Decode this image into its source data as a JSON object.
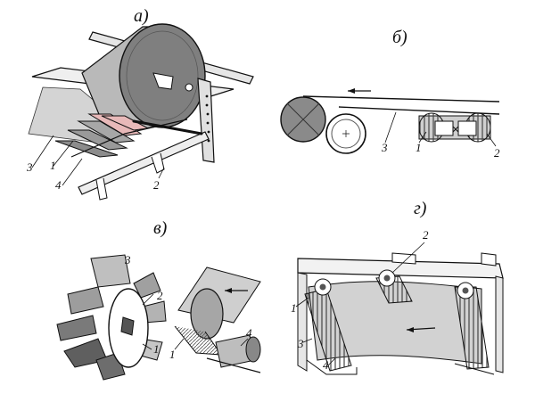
{
  "panels": [
    {
      "id": "a",
      "label": "а)",
      "callouts": [
        "3",
        "1",
        "4",
        "2"
      ]
    },
    {
      "id": "b",
      "label": "б)",
      "callouts": [
        "3",
        "1",
        "2"
      ]
    },
    {
      "id": "v",
      "label": "в)",
      "callouts": [
        "3",
        "2",
        "1",
        "1",
        "4"
      ]
    },
    {
      "id": "g",
      "label": "г)",
      "callouts": [
        "2",
        "1",
        "3",
        "4"
      ]
    }
  ],
  "colors": {
    "ink": "#111111",
    "shade": "#7a7a7a",
    "light": "#d9d9d9",
    "pink": "#e8b9b9"
  }
}
